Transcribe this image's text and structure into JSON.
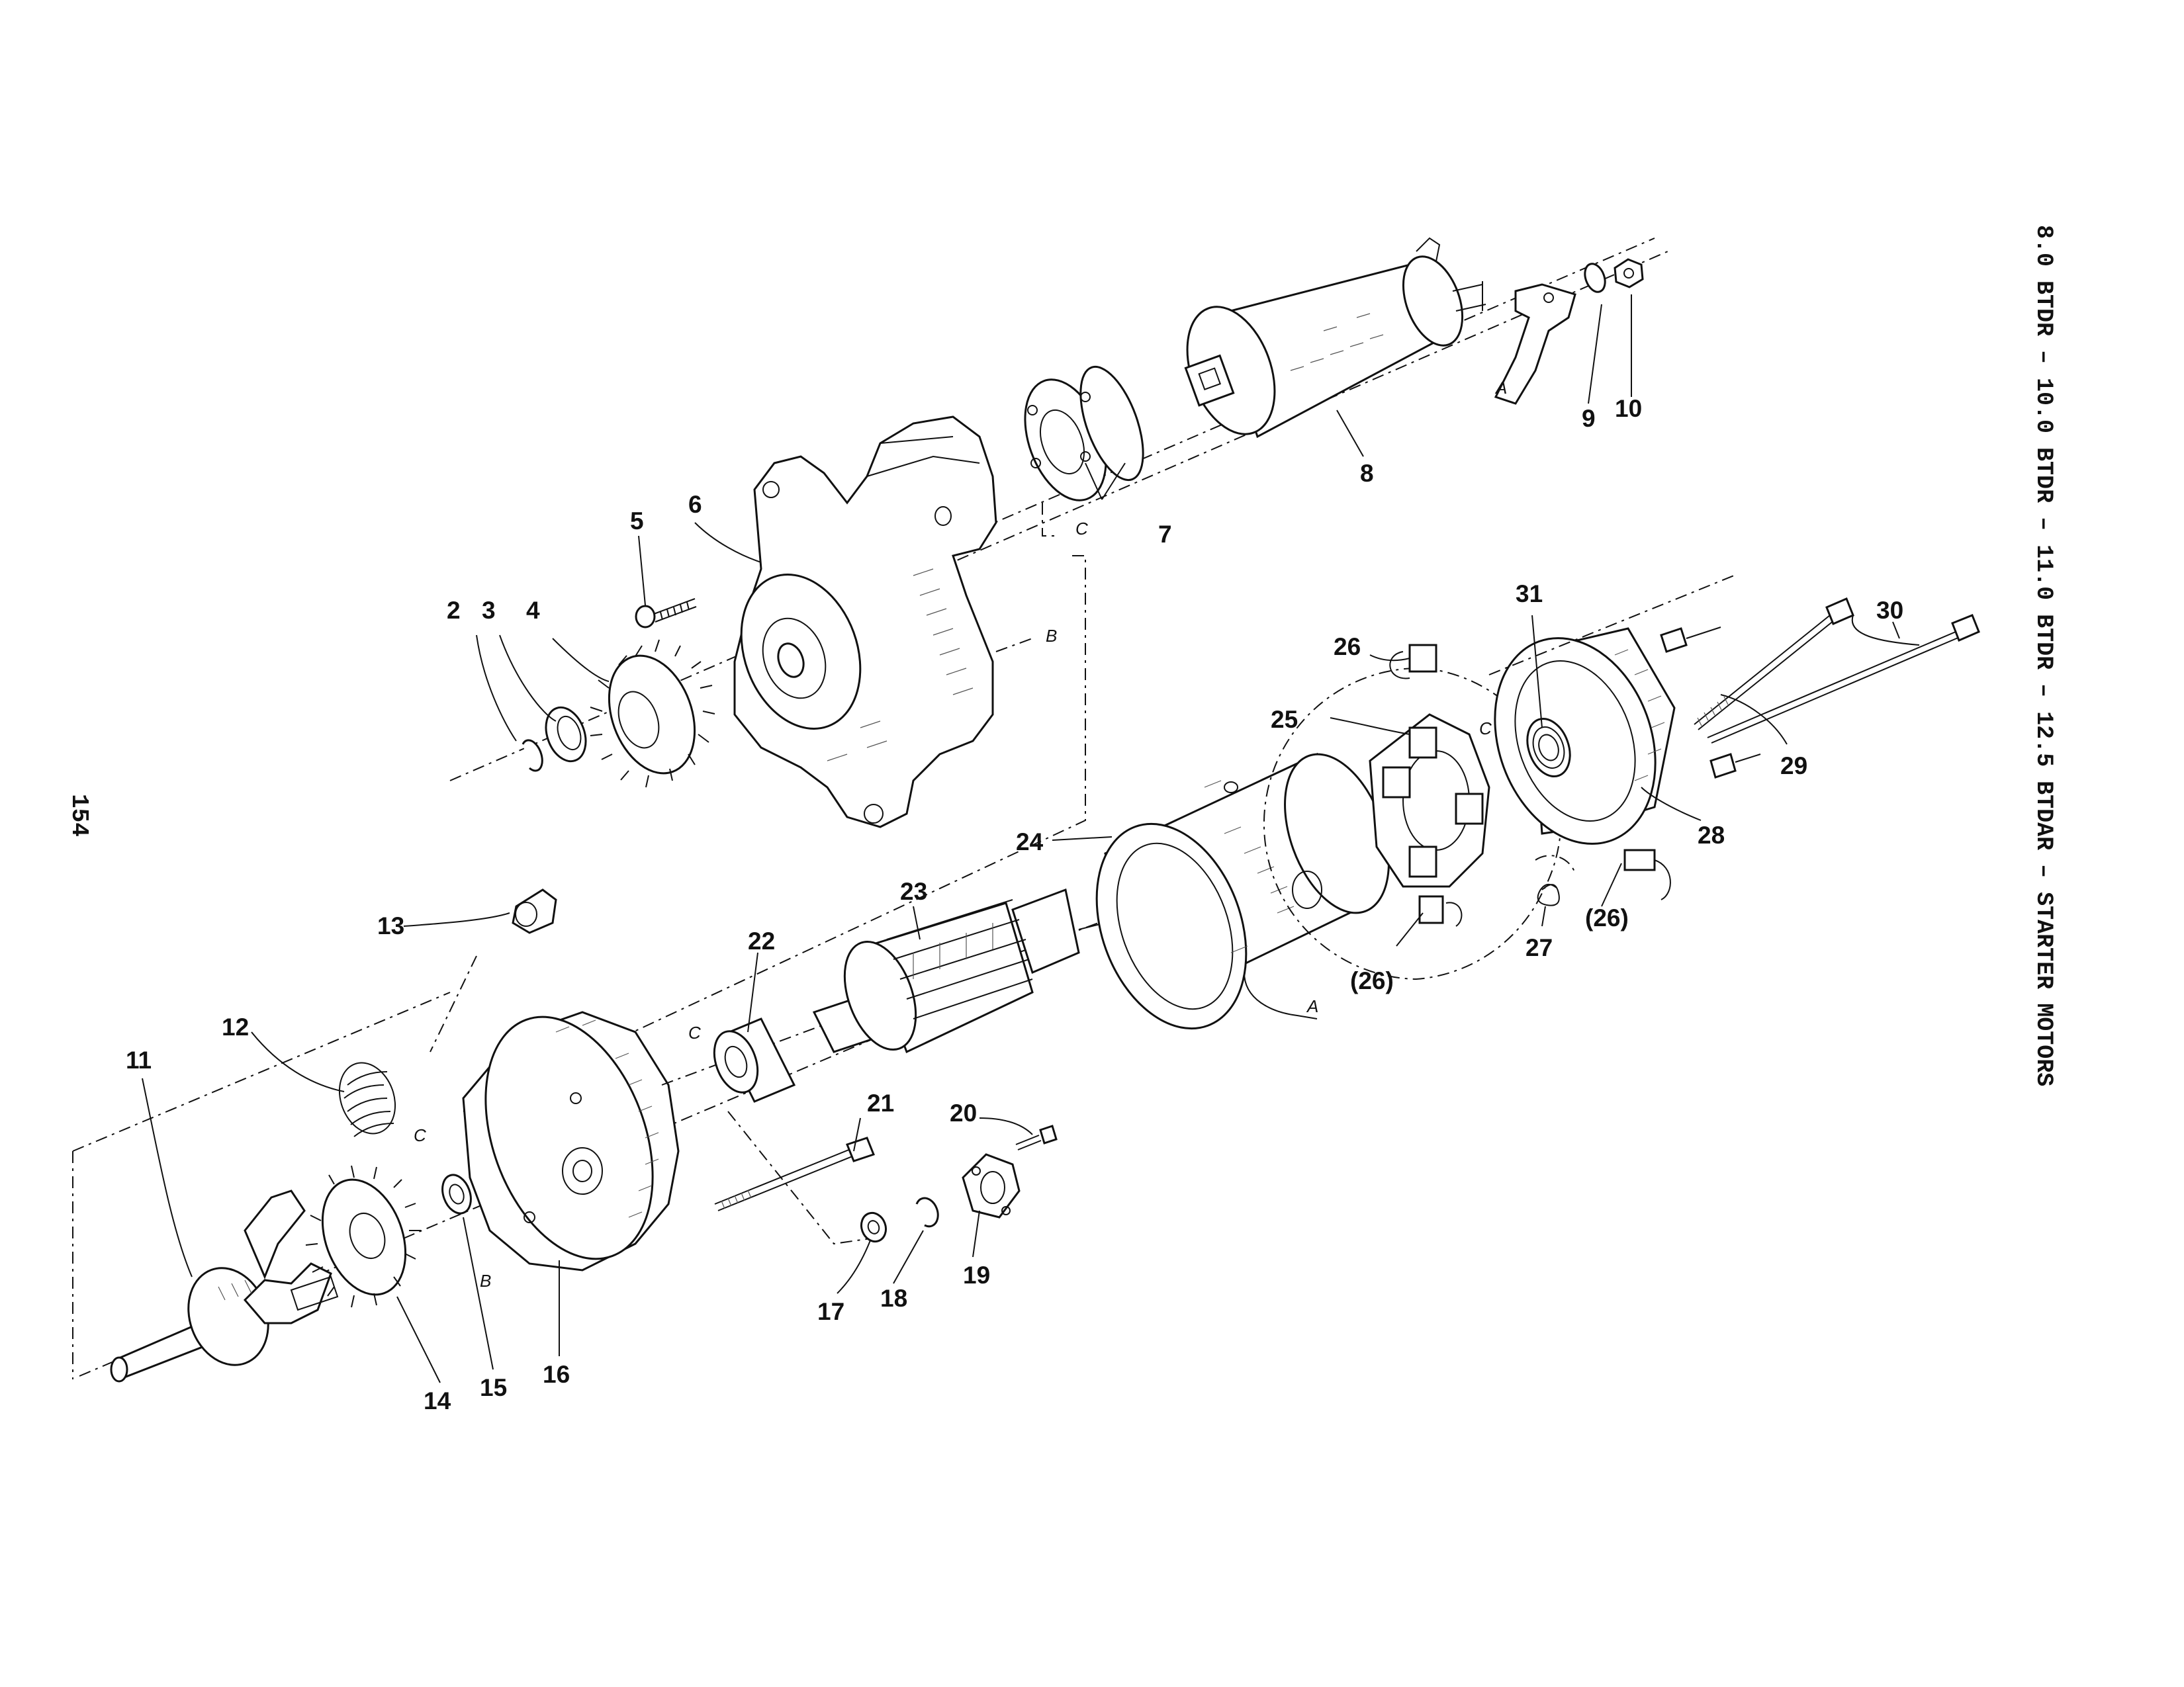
{
  "page": {
    "page_number": "154",
    "side_title": "8.0 BTDR – 10.0 BTDR – 11.0 BTDR – 12.5 BTDAR – STARTER MOTORS"
  },
  "callouts": {
    "c1": "2",
    "c2": "3",
    "c3": "4",
    "c4": "5",
    "c5": "6",
    "c6": "7",
    "c7": "8",
    "c8": "9",
    "c9": "10",
    "c10": "11",
    "c11": "12",
    "c12": "13",
    "c13": "14",
    "c14": "15",
    "c15": "16",
    "c16": "17",
    "c17": "18",
    "c18": "19",
    "c19": "20",
    "c20": "21",
    "c21": "22",
    "c22": "23",
    "c23": "24",
    "c24": "25",
    "c25": "26",
    "c26": "(26)",
    "c27": "(26)",
    "c28": "27",
    "c29": "28",
    "c30": "29",
    "c31": "30",
    "c32": "31"
  },
  "reference_letters": {
    "a": "A",
    "b": "B",
    "c": "C"
  }
}
